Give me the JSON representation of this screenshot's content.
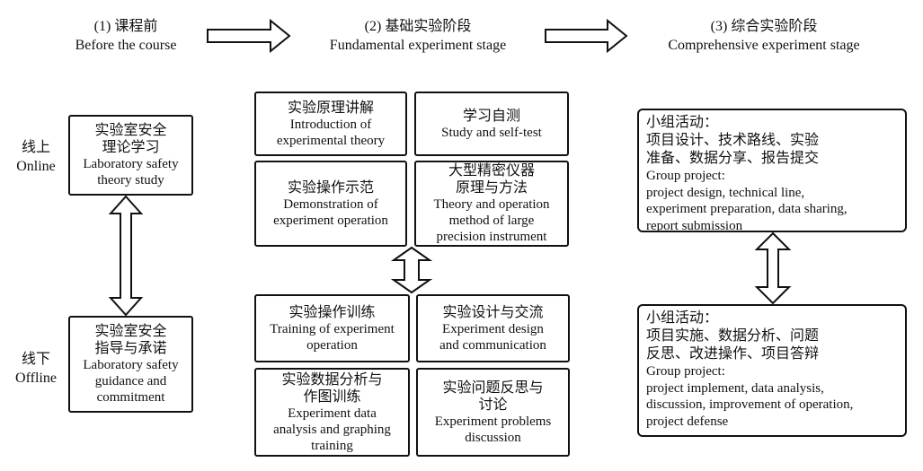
{
  "stages": [
    {
      "title_zh": "(1) 课程前",
      "title_en": "Before the course"
    },
    {
      "title_zh": "(2) 基础实验阶段",
      "title_en": "Fundamental experiment stage"
    },
    {
      "title_zh": "(3) 综合实验阶段",
      "title_en": "Comprehensive experiment stage"
    }
  ],
  "side_labels": {
    "online_zh": "线上",
    "online_en": "Online",
    "offline_zh": "线下",
    "offline_en": "Offline"
  },
  "before_course": {
    "online_box": {
      "zh_1": "实验室安全",
      "zh_2": "理论学习",
      "en_1": "Laboratory safety",
      "en_2": "theory study"
    },
    "offline_box": {
      "zh_1": "实验室安全",
      "zh_2": "指导与承诺",
      "en_1": "Laboratory safety",
      "en_2": "guidance and",
      "en_3": "commitment"
    }
  },
  "fundamental": {
    "theory_intro": {
      "zh": "实验原理讲解",
      "en_1": "Introduction of",
      "en_2": "experimental theory"
    },
    "self_test": {
      "zh": "学习自测",
      "en": "Study and self-test"
    },
    "demonstration": {
      "zh": "实验操作示范",
      "en_1": "Demonstration of",
      "en_2": "experiment operation"
    },
    "instrument": {
      "zh_1": "大型精密仪器",
      "zh_2": "原理与方法",
      "en_1": "Theory and operation",
      "en_2": "method of large",
      "en_3": "precision instrument"
    },
    "training": {
      "zh": "实验操作训练",
      "en_1": "Training of experiment",
      "en_2": "operation"
    },
    "design": {
      "zh": "实验设计与交流",
      "en_1": "Experiment design",
      "en_2": "and communication"
    },
    "data_analysis": {
      "zh_1": "实验数据分析与",
      "zh_2": "作图训练",
      "en_1": "Experiment data",
      "en_2": "analysis and graphing",
      "en_3": "training"
    },
    "problems": {
      "zh_1": "实验问题反思与",
      "zh_2": "讨论",
      "en_1": "Experiment problems",
      "en_2": "discussion"
    }
  },
  "comprehensive": {
    "group_top": {
      "zh_1": "小组活动：",
      "zh_2": "项目设计、技术路线、实验",
      "zh_3": "准备、数据分享、报告提交",
      "en_1": "Group project:",
      "en_2": "project design, technical line,",
      "en_3": "experiment preparation, data sharing,",
      "en_4": "report submission"
    },
    "group_bottom": {
      "zh_1": "小组活动：",
      "zh_2": "项目实施、数据分析、问题",
      "zh_3": "反思、改进操作、项目答辩",
      "en_1": "Group project:",
      "en_2": "project implement, data analysis,",
      "en_3": "discussion, improvement of operation,",
      "en_4": "project defense"
    }
  }
}
